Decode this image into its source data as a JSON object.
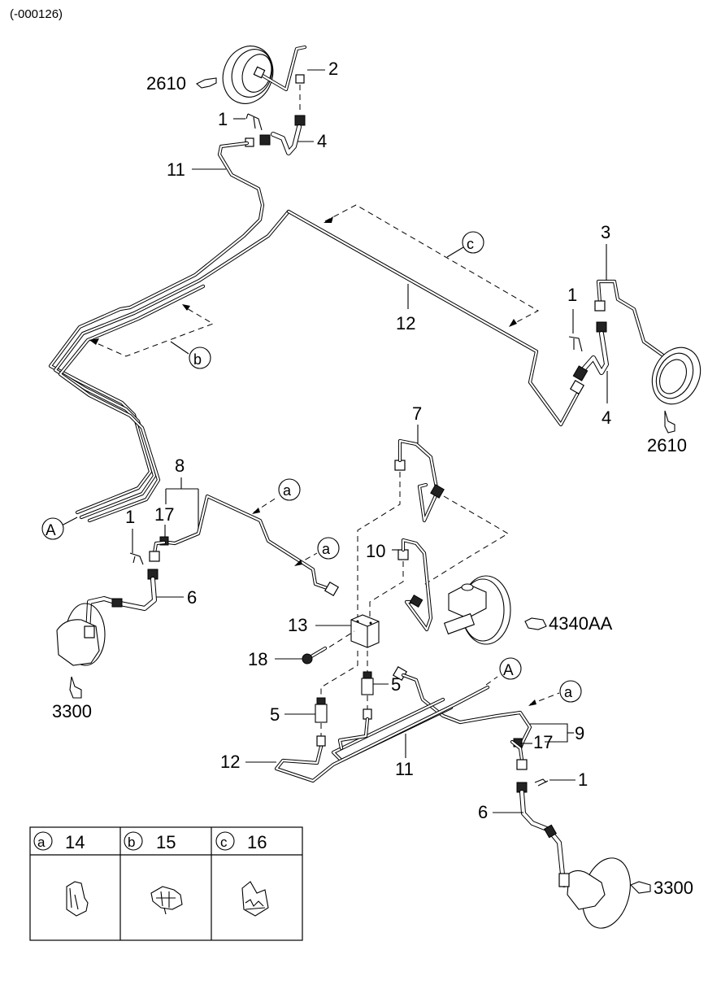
{
  "header": {
    "serial_range": "(-000126)"
  },
  "diagram": {
    "title": "Brake line layout",
    "callouts": {
      "c2610_top": "2610",
      "c2": "2",
      "c1_top": "1",
      "c4_top": "4",
      "c11_top": "11",
      "c12_mid": "12",
      "c3": "3",
      "c1_right": "1",
      "c4_right": "4",
      "c2610_right": "2610",
      "c7": "7",
      "c8": "8",
      "c17_left": "17",
      "c1_left": "1",
      "c6_left": "6",
      "c3300_left": "3300",
      "c10": "10",
      "c4340": "4340AA",
      "c13": "13",
      "c18": "18",
      "c5_mid": "5",
      "c5_left": "5",
      "c12_low": "12",
      "c11_low": "11",
      "c9": "9",
      "c17_right": "17",
      "c1_low": "1",
      "c6_right": "6",
      "c3300_right": "3300"
    },
    "markers": {
      "a1": "a",
      "a2": "a",
      "a3": "a",
      "b": "b",
      "c": "c",
      "A_left": "A",
      "A_right": "A"
    }
  },
  "legend": {
    "columns": [
      {
        "marker": "a",
        "part": "14",
        "icon": "clip-a-icon"
      },
      {
        "marker": "b",
        "part": "15",
        "icon": "clip-b-icon"
      },
      {
        "marker": "c",
        "part": "16",
        "icon": "clip-c-icon"
      }
    ]
  }
}
